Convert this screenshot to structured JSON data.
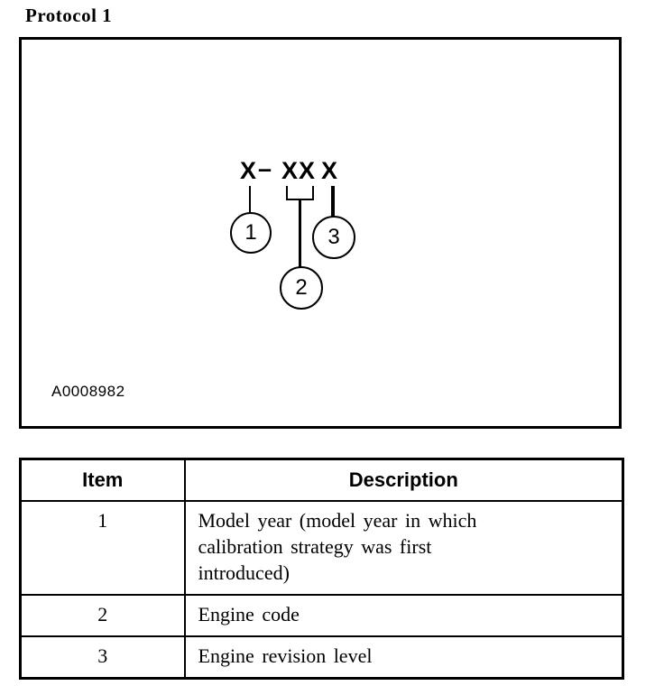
{
  "page": {
    "title": "Protocol 1"
  },
  "figure": {
    "code_parts": {
      "prefix": "X",
      "dash": "–",
      "middle": "XX",
      "suffix": "X"
    },
    "callouts": [
      "1",
      "2",
      "3"
    ],
    "figure_id": "A0008982"
  },
  "table": {
    "headers": [
      "Item",
      "Description"
    ],
    "rows": [
      {
        "item": "1",
        "description_lines": {
          "l1": "Model year (model year in which",
          "l2": "calibration strategy was first",
          "l3": "introduced)"
        }
      },
      {
        "item": "2",
        "description_lines": {
          "l1": "Engine code"
        }
      },
      {
        "item": "3",
        "description_lines": {
          "l1": "Engine revision level"
        }
      }
    ]
  }
}
